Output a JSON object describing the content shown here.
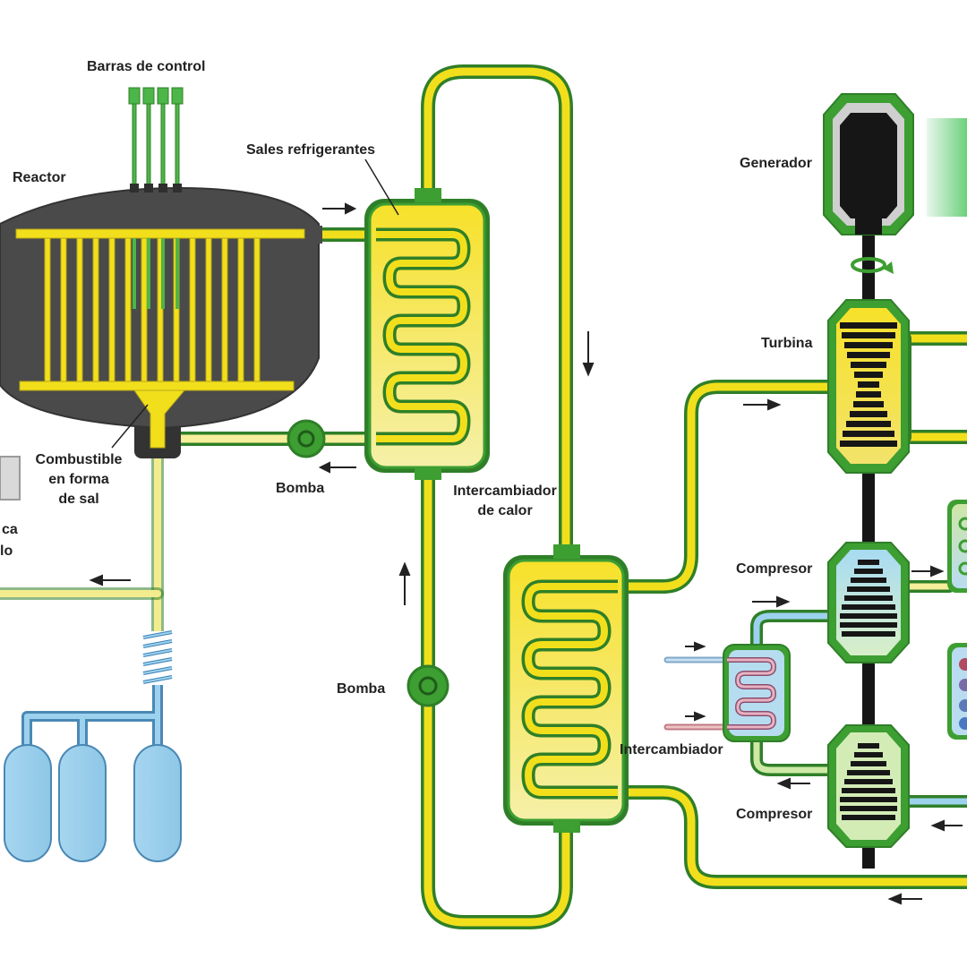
{
  "labels": {
    "control_rods": "Barras de control",
    "reactor": "Reactor",
    "coolant_salts": "Sales refrigerantes",
    "fuel_l1": "Combustible",
    "fuel_l2": "en forma",
    "fuel_l3": "de sal",
    "pump_top": "Bomba",
    "heat_exchanger_l1": "Intercambiador",
    "heat_exchanger_l2": "de calor",
    "pump_middle": "Bomba",
    "generator": "Generador",
    "turbine": "Turbina",
    "compressor_top": "Compresor",
    "compressor_bottom": "Compresor",
    "intercooler": "Intercambiador",
    "cut_text_l1": "ca",
    "cut_text_l2": "lo"
  },
  "colors": {
    "yellow": "#f2df1c",
    "yellow_light": "#f6ee9a",
    "green": "#3d9e32",
    "green_dark": "#2f7f28",
    "green_rod": "#4cb648",
    "blue": "#9cd2ee",
    "blue_dark": "#6ab0d8",
    "grey_vessel": "#4a4a4a",
    "grey_dark": "#333333",
    "black": "#161616",
    "red_pipe": "#d98a8a"
  },
  "icons": {
    "flow_arrows": "arrow-icon",
    "pumps": "pump-icon",
    "rotation": "rotation-icon",
    "coil": "coil-icon"
  }
}
